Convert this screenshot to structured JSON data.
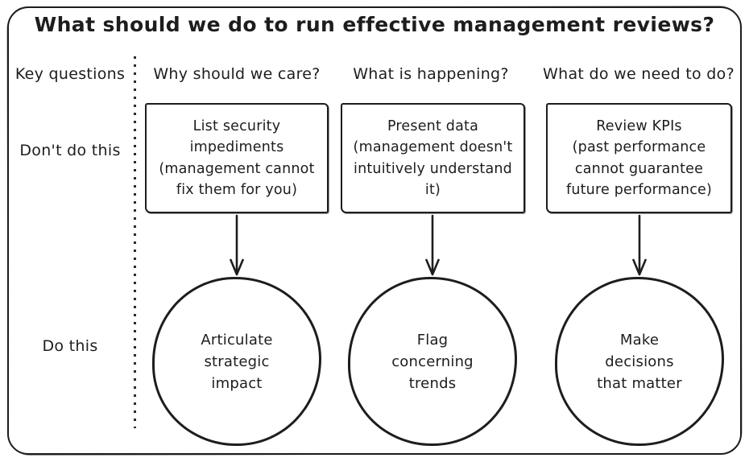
{
  "title": "What should we do to run effective management reviews?",
  "left_column": {
    "header": "Key questions",
    "dont_label": "Don't do this",
    "do_label": "Do this"
  },
  "columns": [
    {
      "question": "Why should we care?",
      "dont": "List security\nimpediments\n(management cannot\nfix them for you)",
      "do": "Articulate\nstrategic\nimpact"
    },
    {
      "question": "What is happening?",
      "dont": "Present data\n(management doesn't\nintuitively understand\nit)",
      "do": "Flag\nconcerning\ntrends"
    },
    {
      "question": "What do we need to do?",
      "dont": "Review KPIs\n(past performance\ncannot guarantee\nfuture performance)",
      "do": "Make\ndecisions\nthat matter"
    }
  ],
  "colors": {
    "ink": "#1d1d1d",
    "background": "#ffffff"
  }
}
